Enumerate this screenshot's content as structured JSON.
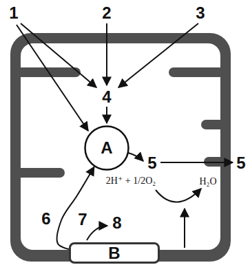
{
  "diagram": {
    "nodes": [
      {
        "text": [
          "A"
        ]
      },
      {
        "text": [
          "B"
        ]
      }
    ],
    "edges": [
      {
        "from": 1,
        "to": 0,
        "arrow": "to",
        "label": "6"
      }
    ],
    "labels": [
      "1",
      "2",
      "3",
      "4",
      "5",
      "5",
      "7",
      "8",
      "2H⁺ + 1/2O₂",
      "H₂O"
    ]
  }
}
